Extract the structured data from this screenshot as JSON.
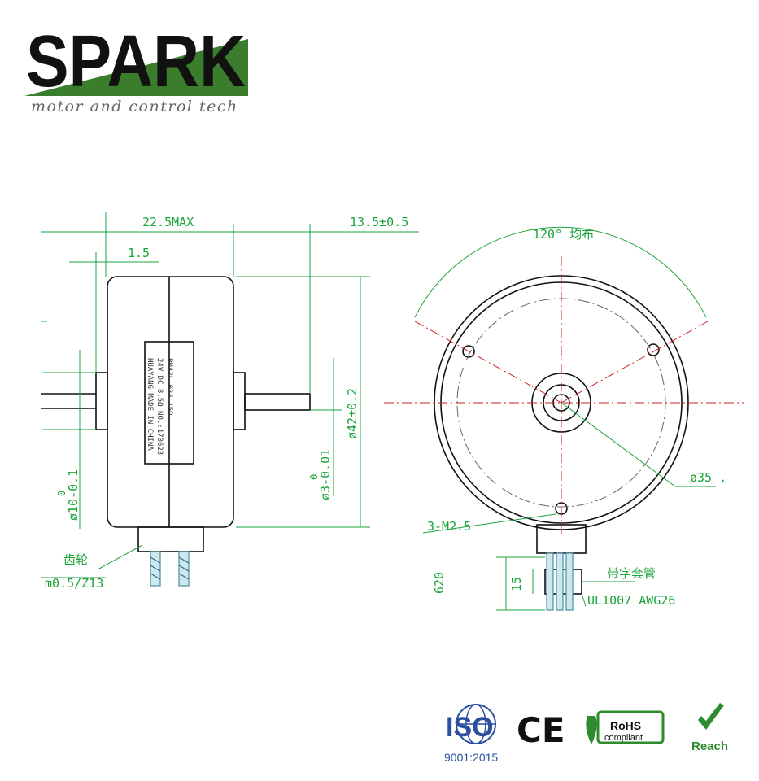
{
  "logo": {
    "text": "SPARK",
    "tagline": "motor and control tech"
  },
  "side_view": {
    "dim_length": "22.5MAX",
    "dim_shaft_length": "13.5±0.5",
    "dim_flange": "1.5",
    "dim_diameter": "ø42±0.2",
    "dim_shaft_tol_top": "0",
    "dim_shaft_diameter": "ø3-0.01",
    "dim_boss_tol_top": "0",
    "dim_boss_diameter": "ø10-0.1",
    "gear_label": "齿轮",
    "gear_spec": "m0.5/Z13",
    "label_lines": [
      "PM42L-024-15D",
      "24V DC 8.5Ω NO.:170623",
      "HUAYANG MADE IN CHINA"
    ]
  },
  "front_view": {
    "dim_angle": "120° 均布",
    "dim_bolt_circle": "ø35 .",
    "dim_holes": "3-M2.5",
    "dim_lead_length": "620",
    "dim_strip": "15",
    "sleeve_label": "带字套管",
    "wire_spec": "UL1007 AWG26"
  },
  "certifications": {
    "iso_text": "ISO",
    "iso_standard": "9001:2015",
    "ce_text": "CE",
    "rohs_text": "RoHS",
    "rohs_sub": "compliant",
    "reach_text": "Reach"
  },
  "colors": {
    "dimension_green": "#1aa53a",
    "centerline_red": "#cc2222",
    "logo_dark": "#111111",
    "logo_green": "#3a7d2c",
    "reach_green": "#2e8b2e"
  }
}
